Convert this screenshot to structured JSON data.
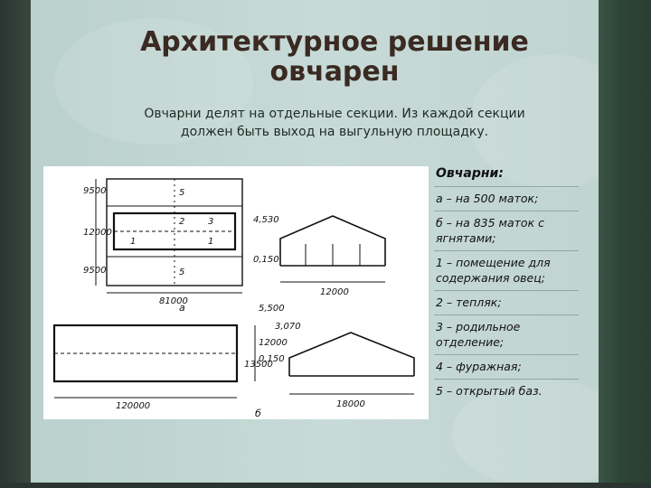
{
  "slide": {
    "title_line1": "Архитектурное решение",
    "title_line2": "овчарен",
    "subtitle_line1": "Овчарни делят на отдельные секции. Из каждой секции",
    "subtitle_line2": "должен быть выход на выгульную площадку."
  },
  "figure": {
    "dims": [
      "9500",
      "12000",
      "9500",
      "81000",
      "4,530",
      "0,150",
      "12000",
      "5,500",
      "3,070",
      "12000",
      "0,150",
      "18000",
      "120000",
      "13500"
    ],
    "letters": [
      "а",
      "б"
    ],
    "labels": [
      "5",
      "2",
      "3",
      "1",
      "1",
      "5"
    ]
  },
  "legend": {
    "heading": "Овчарни:",
    "items": [
      "а – на 500 маток;",
      "б – на 835 маток с ягнятами;",
      "1 – помещение для содержания овец;",
      "2 – тепляк;",
      "3 – родильное отделение;",
      "4 – фуражная;",
      "5 – открытый баз."
    ]
  }
}
